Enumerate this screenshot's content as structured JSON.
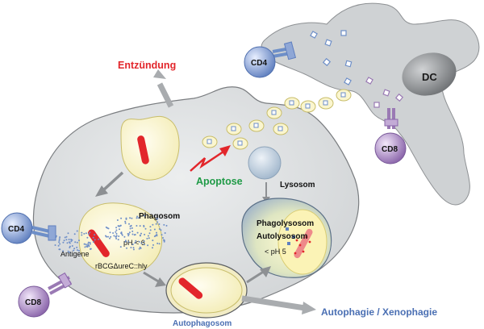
{
  "labels": {
    "entzuendung": "Entzündung",
    "apoptose": "Apoptose",
    "dc": "DC",
    "cd4_top": "CD4",
    "cd8_dc": "CD8",
    "cd4_left": "CD4",
    "cd8_left": "CD8",
    "phagosom": "Phagosom",
    "ph6": "pH < 6",
    "antigene": "Antigene",
    "strain": "rBCGΔureC::hly",
    "lysosom": "Lysosom",
    "phagolysosom": "Phagolysosom",
    "autolysosom": "Autolysosom",
    "ph5": "< pH 5",
    "autophagosom": "Autophagosom",
    "autophagie": "Autophagie / Xenophagie"
  },
  "colors": {
    "cell_fill": "#d9dcde",
    "cell_stroke": "#7a7d80",
    "dc_fill": "#c9ccce",
    "vesicle_fill": "#fbf6cf",
    "vesicle_stroke": "#c8bd6a",
    "bacterium": "#e2262b",
    "red_label": "#e2262b",
    "green_label": "#1f9a46",
    "blue_label": "#4a6fb3",
    "cd4": "#6e8fc8",
    "cd8": "#9a7ab4",
    "lysosom_fill": "#c7d5e2"
  }
}
